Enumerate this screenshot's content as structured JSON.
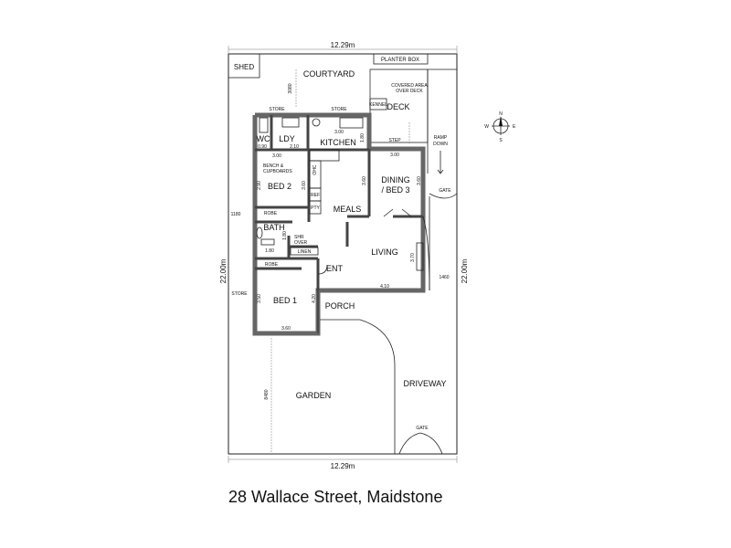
{
  "title": "28 Wallace Street, Maidstone",
  "dimensions": {
    "top_width": "12.29m",
    "bottom_width": "12.29m",
    "left_depth": "22.00m",
    "right_depth": "22.00m"
  },
  "rooms": {
    "shed": "SHED",
    "courtyard": "COURTYARD",
    "planter_box": "PLANTER BOX",
    "covered_area_1": "COVERED AREA",
    "covered_area_2": "OVER DECK",
    "deck": "DECK",
    "kennel": "KENNEL",
    "step": "STEP",
    "ramp_1": "RAMP",
    "ramp_2": "DOWN",
    "store_top_left": "STORE",
    "store_top_right": "STORE",
    "wc": "WC",
    "ldy": "LDY",
    "kitchen": "KITCHEN",
    "bench_1": "BENCH &",
    "bench_2": "CUPBOARDS",
    "bed2": "BED 2",
    "ohc": "OHC",
    "ref": "REF",
    "pty": "PTY",
    "meals": "MEALS",
    "dining_1": "DINING",
    "dining_2": "/ BED 3",
    "gate_right": "GATE",
    "robe_upper": "ROBE",
    "bath": "BATH",
    "shr_1": "SHR",
    "shr_2": "OVER",
    "linen": "LINEN",
    "living": "LIVING",
    "robe_lower": "ROBE",
    "ent": "ENT",
    "store_left": "STORE",
    "bed1": "BED 1",
    "porch": "PORCH",
    "garden": "GARDEN",
    "driveway": "DRIVEWAY",
    "gate_bottom": "GATE"
  },
  "room_dims": {
    "kitchen_w": "3.00",
    "kitchen_d": "1.80",
    "wc_w": "0.90",
    "ldy_w": "2.10",
    "bed2_w": "3.00",
    "bed2_d": "2.90",
    "meals_d": "3.60",
    "dining_w": "3.00",
    "dining_d1": "3.60",
    "dining_d2": "3.60",
    "bath_w": "1.80",
    "bath_d": "1.80",
    "living_d": "3.70",
    "living_w": "4.10",
    "bed1_d": "3.50",
    "bed1_d2": "4.20",
    "bed1_w": "3.60",
    "courtyard_d": "3080",
    "left_offset": "1180",
    "right_offset": "1460",
    "garden_d": "8480"
  },
  "compass": {
    "n": "N",
    "s": "S",
    "e": "E",
    "w": "W"
  }
}
